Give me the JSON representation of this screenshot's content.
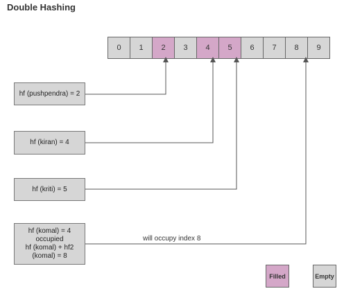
{
  "title": "Double Hashing",
  "table": {
    "cells": [
      {
        "label": "0",
        "state": "empty"
      },
      {
        "label": "1",
        "state": "empty"
      },
      {
        "label": "2",
        "state": "filled"
      },
      {
        "label": "3",
        "state": "empty"
      },
      {
        "label": "4",
        "state": "filled"
      },
      {
        "label": "5",
        "state": "filled"
      },
      {
        "label": "6",
        "state": "empty"
      },
      {
        "label": "7",
        "state": "empty"
      },
      {
        "label": "8",
        "state": "empty"
      },
      {
        "label": "9",
        "state": "empty"
      }
    ]
  },
  "hash_boxes": [
    {
      "lines": [
        "hf (pushpendra) = 2"
      ],
      "target_index": 2
    },
    {
      "lines": [
        "hf (kiran) = 4"
      ],
      "target_index": 4
    },
    {
      "lines": [
        "hf (kriti) = 5"
      ],
      "target_index": 5
    },
    {
      "lines": [
        "hf (komal) = 4",
        "occupied",
        "hf (komal) + hf2",
        "(komal) = 8"
      ],
      "target_index": 8
    }
  ],
  "note": "will occupy index 8",
  "legend": {
    "filled": "Filled",
    "empty": "Empty"
  },
  "colors": {
    "filled": "#d4a7c8",
    "empty": "#d6d6d6",
    "line": "#555555"
  }
}
